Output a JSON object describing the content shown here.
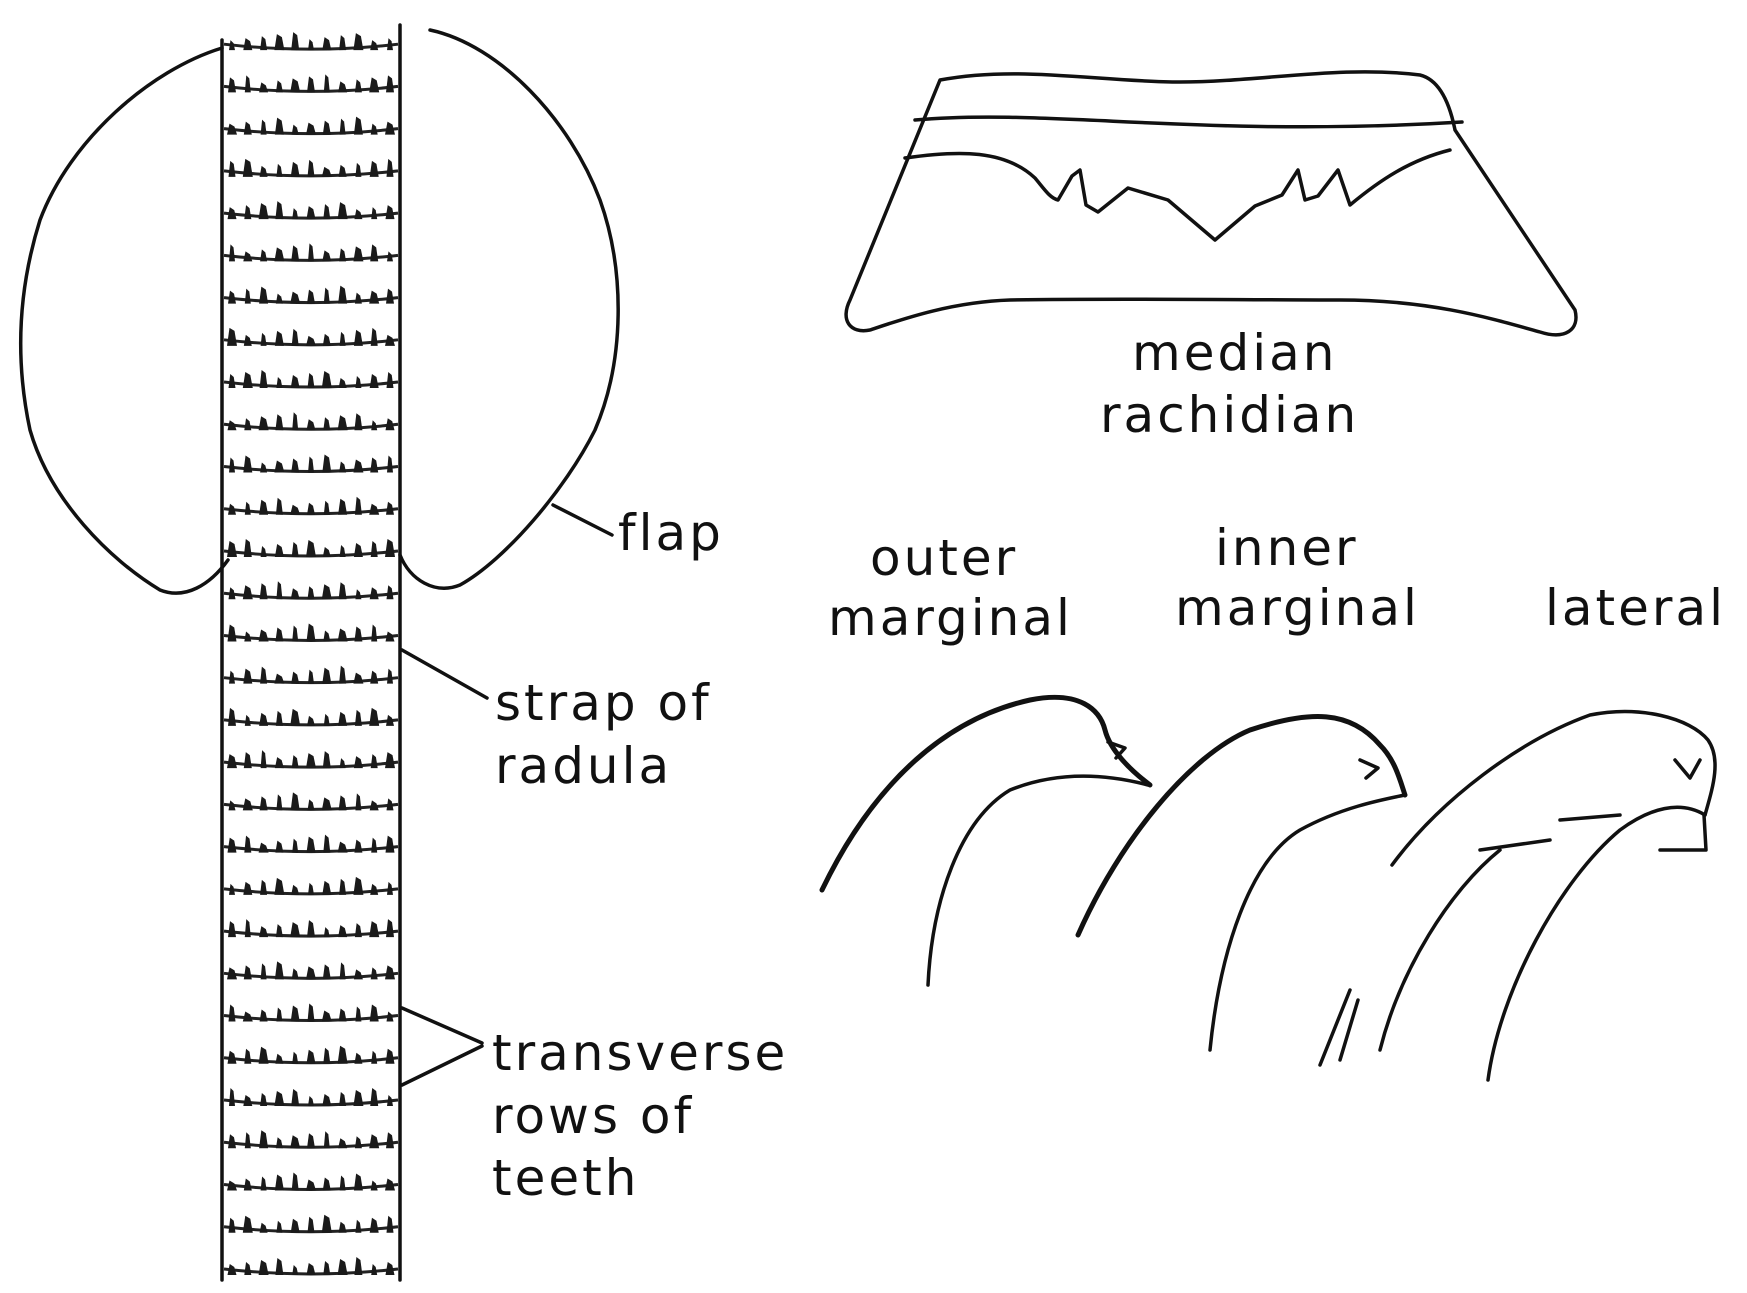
{
  "radula": {
    "flap_label": "flap",
    "strap_label": [
      "strap of",
      "radula"
    ],
    "rows_label": [
      "transverse",
      "rows of",
      "teeth"
    ]
  },
  "teeth_types": {
    "median_label": [
      "median",
      "rachidian"
    ],
    "outer_label": [
      "outer",
      "marginal"
    ],
    "inner_label": [
      "inner",
      "marginal"
    ],
    "lateral_label": "lateral"
  }
}
